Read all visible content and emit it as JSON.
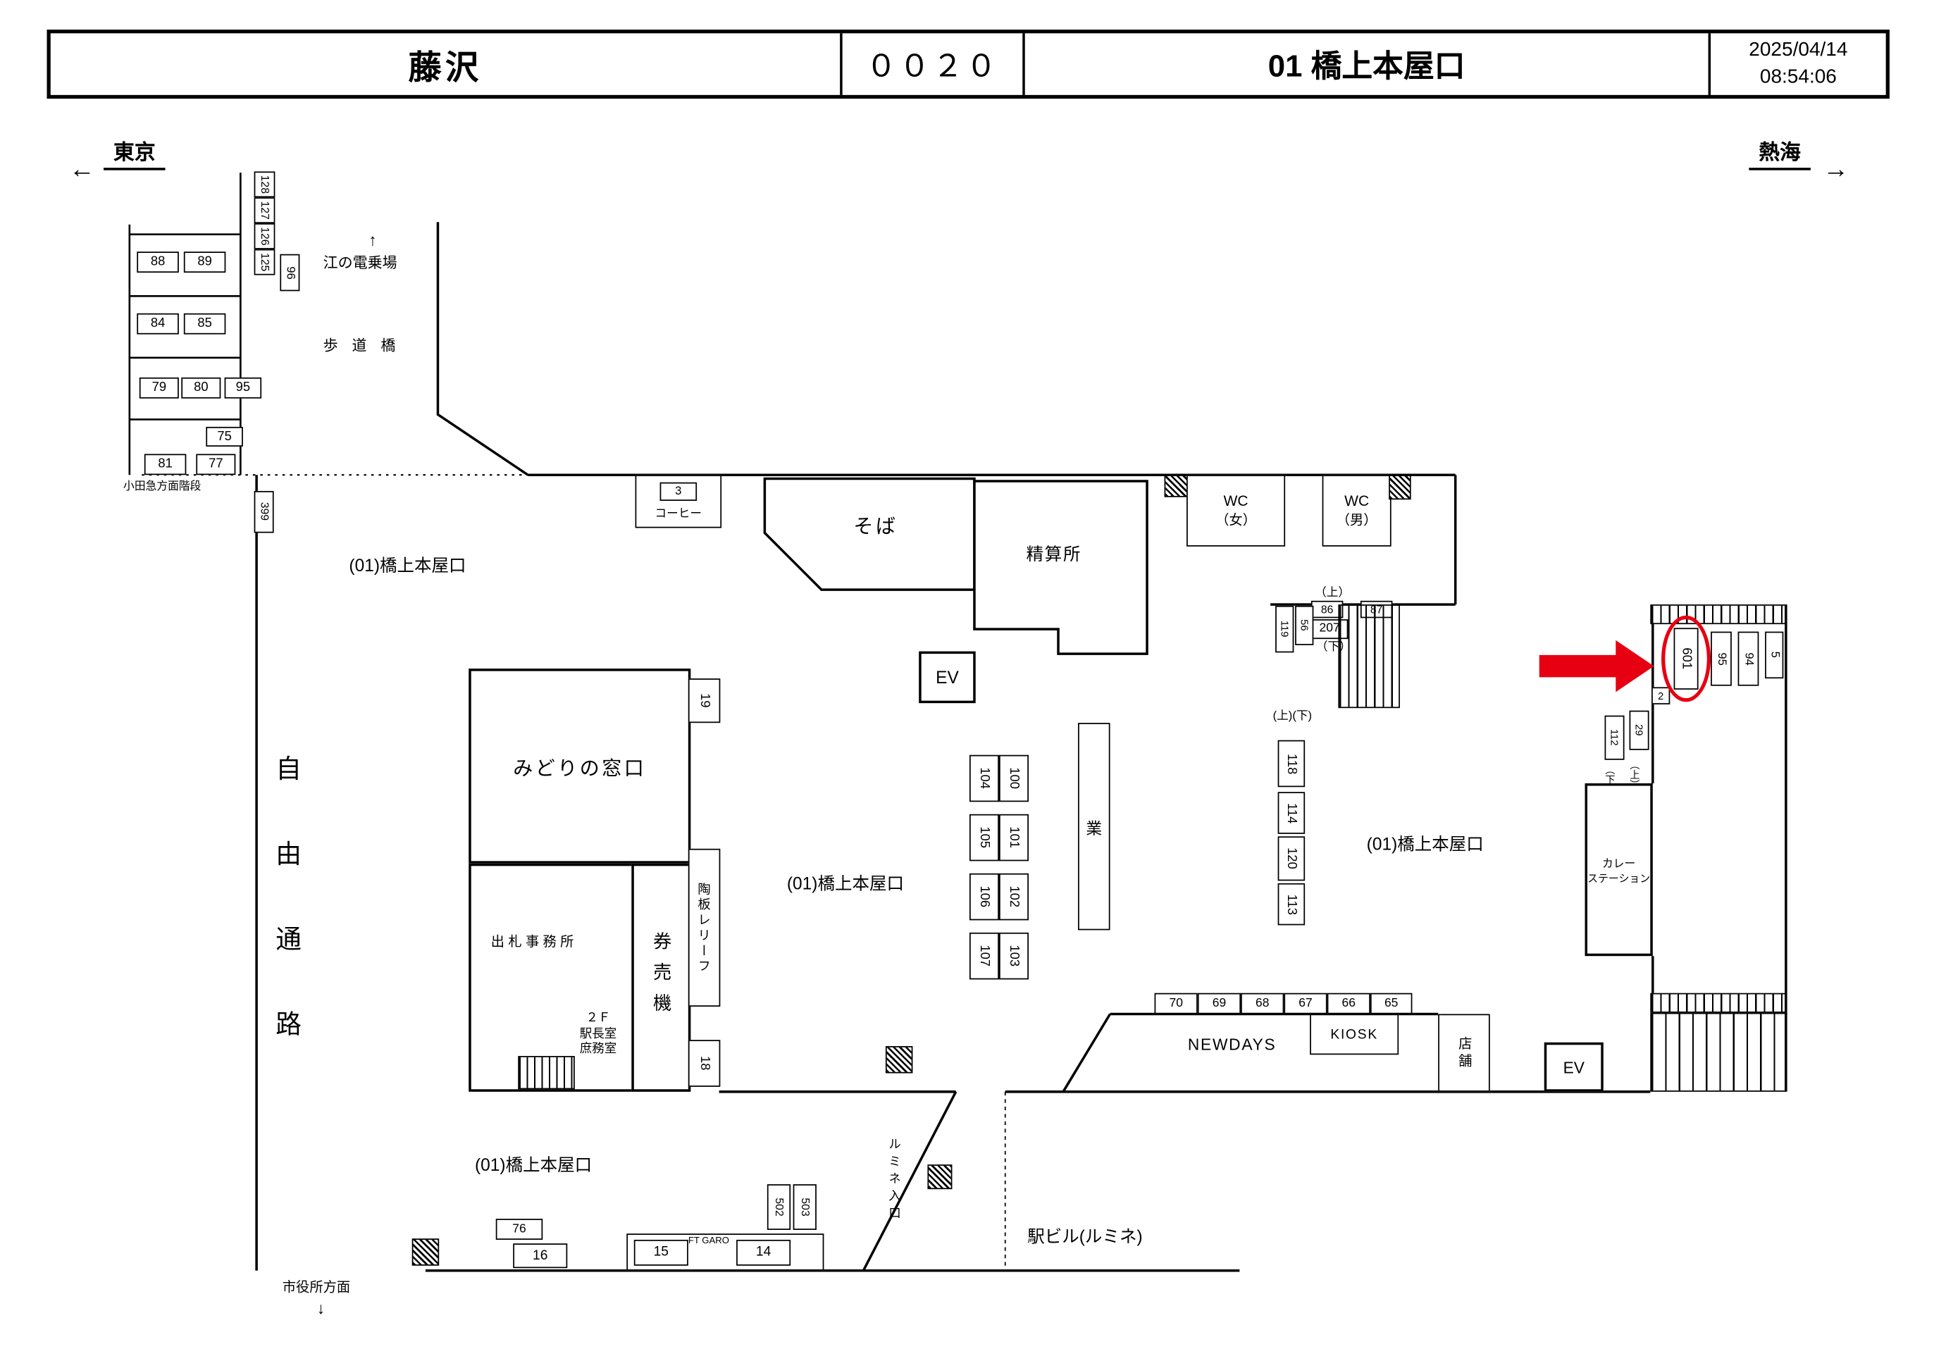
{
  "header": {
    "station": "藤沢",
    "code": "００２０",
    "entrance": "01 橋上本屋口",
    "date": "2025/04/14",
    "time": "08:54:06"
  },
  "compass": {
    "west": "東京",
    "west_arrow": "←",
    "east": "熱海",
    "east_arrow": "→"
  },
  "colors": {
    "highlight_red": "#e60012"
  },
  "areas": {
    "enoden_arrow": "↑",
    "enoden": "江の電乗場",
    "footbridge": "歩 道 橋",
    "odakyu": "小田急方面階段",
    "free_passage": "自由通路",
    "concourse": "(01)橋上本屋口",
    "cityhall": "市役所方面",
    "cityhall_arrow": "↓",
    "station_building": "駅ビル(ルミネ)",
    "lumine_entrance": "ルミネ入口"
  },
  "rooms": {
    "coffee_no": "3",
    "coffee": "コーヒー",
    "soba": "そば",
    "fare_adjust": "精算所",
    "wc_w": "WC",
    "wc_w_sub": "（女）",
    "wc_m": "WC",
    "wc_m_sub": "（男）",
    "ev_upper": "EV",
    "ev_lower": "EV",
    "midori": "みどりの窓口",
    "ticket_office": "出 札 事 務 所",
    "ticket_machine": "券売機",
    "relief": "陶板レリーフ",
    "floor2": "２Ｆ",
    "master": "駅長室",
    "affairs": "庶務室",
    "gyo": "業",
    "curry1": "カレー",
    "curry2": "ステーション",
    "newdays": "NEWDAYS",
    "kiosk": "KIOSK",
    "shop": "店舗",
    "garo": "FT GARO"
  },
  "stairs": {
    "up": "（上）",
    "down": "（下）",
    "updown": "(上)(下)",
    "r_down": "（下）",
    "r_up": "（上）"
  },
  "ads": {
    "p88": "88",
    "p89": "89",
    "p84": "84",
    "p85": "85",
    "p79": "79",
    "p80": "80",
    "p95": "95",
    "p75": "75",
    "p81": "81",
    "p77": "77",
    "v128": "128",
    "v127": "127",
    "v126": "126",
    "v125": "125",
    "v96": "96",
    "v399": "399",
    "v19": "19",
    "v18": "18",
    "pillars": [
      [
        "104",
        "100"
      ],
      [
        "105",
        "101"
      ],
      [
        "106",
        "102"
      ],
      [
        "107",
        "103"
      ]
    ],
    "rstack": [
      "118",
      "114",
      "120",
      "113"
    ],
    "s86": "86",
    "s207": "207",
    "s87": "87",
    "s119": "119",
    "s56": "56",
    "highlight": "601",
    "h95": "95",
    "h94": "94",
    "h5": "5",
    "h2": "2",
    "h112": "112",
    "h29": "29",
    "shops": [
      "70",
      "69",
      "68",
      "67",
      "66",
      "65"
    ],
    "b502": "502",
    "b503": "503",
    "b76": "76",
    "b16": "16",
    "b15": "15",
    "b14": "14"
  }
}
